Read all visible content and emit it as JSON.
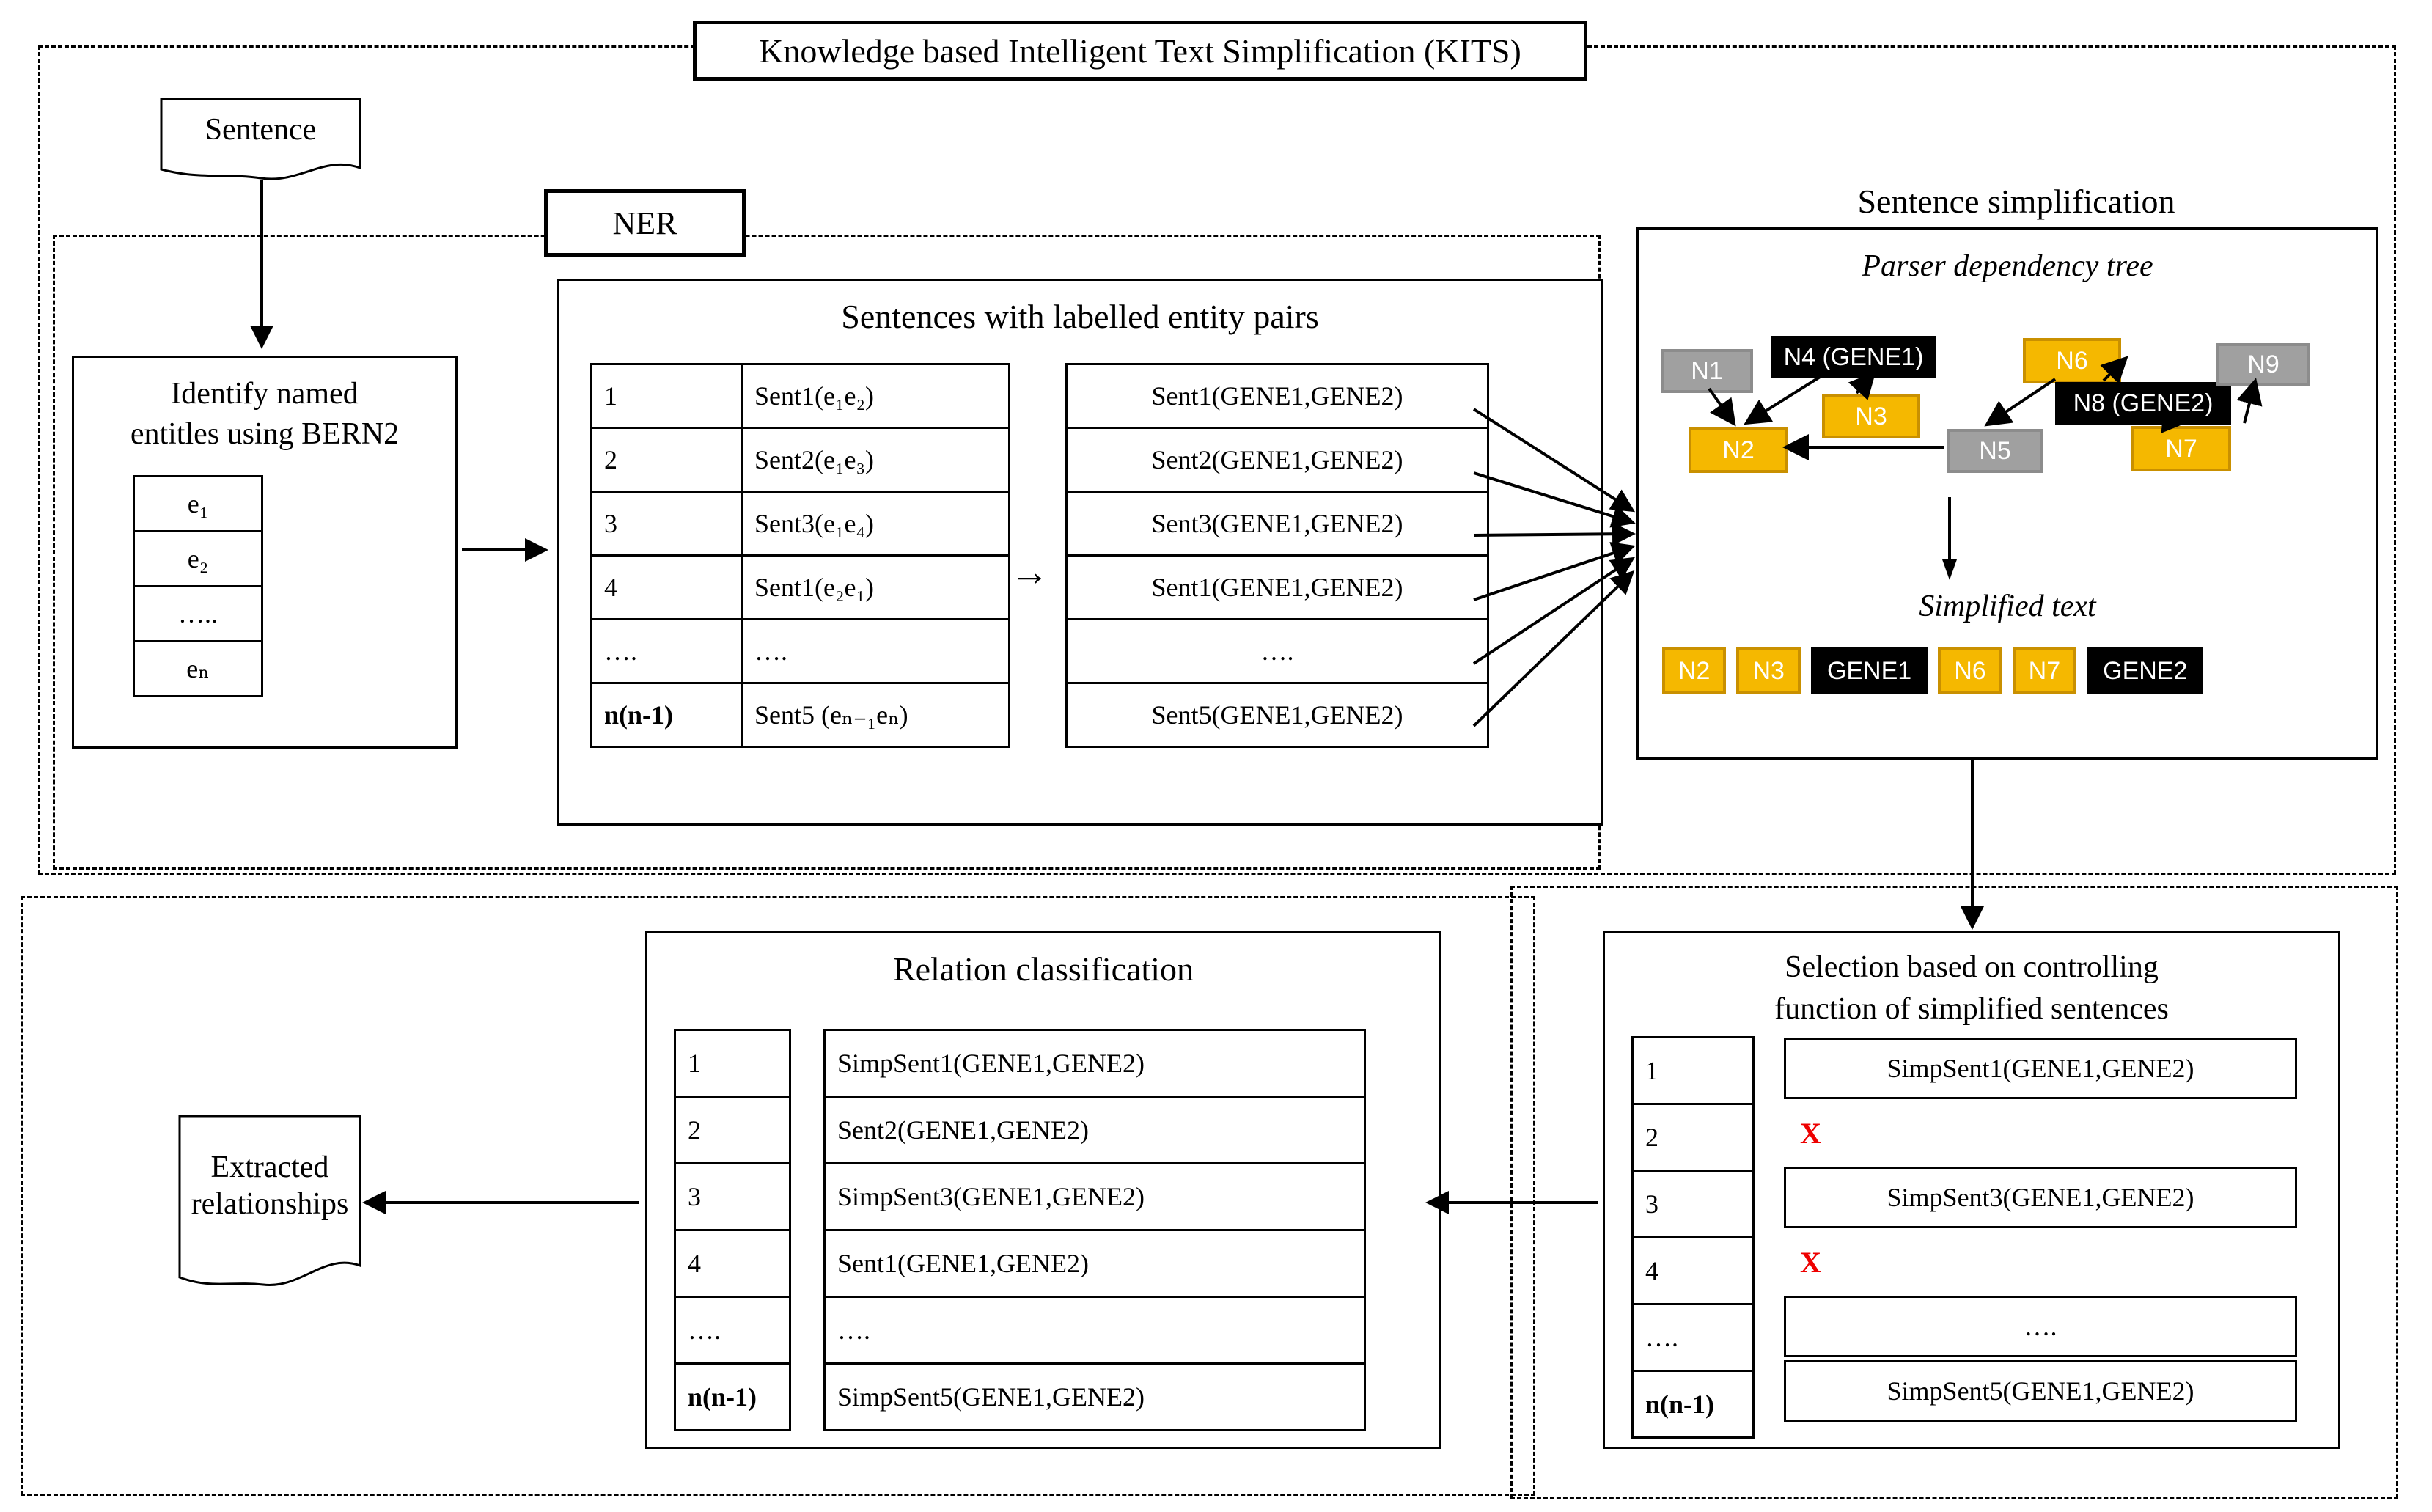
{
  "title": "Knowledge based Intelligent Text Simplification (KITS)",
  "ner_label": "NER",
  "input_doc": "Sentence",
  "output_doc": "Extracted relationships",
  "bern2_box": {
    "line1": "Identify named",
    "line2": "entitles using BERN2"
  },
  "entities": [
    "e₁",
    "e₂",
    "…..",
    "eₙ"
  ],
  "entity_pairs_panel": {
    "heading": "Sentences with labelled entity pairs",
    "arrow_glyph": "→",
    "left_table": {
      "rows": [
        {
          "index": "1",
          "value": "Sent1(e₁e₂)"
        },
        {
          "index": "2",
          "value": "Sent2(e₁e₃)"
        },
        {
          "index": "3",
          "value": "Sent3(e₁e₄)"
        },
        {
          "index": "4",
          "value": "Sent1(e₂e₁)"
        },
        {
          "index": "….",
          "value": "…."
        },
        {
          "index": "n(n-1)",
          "value": "Sent5 (eₙ₋₁eₙ)"
        }
      ]
    },
    "right_table": {
      "rows": [
        "Sent1(GENE1,GENE2)",
        "Sent2(GENE1,GENE2)",
        "Sent3(GENE1,GENE2)",
        "Sent1(GENE1,GENE2)",
        "….",
        "Sent5(GENE1,GENE2)"
      ]
    }
  },
  "sentence_simplification": {
    "heading": "Sentence simplification",
    "tree_caption": "Parser dependency tree",
    "simplified_caption": "Simplified text",
    "nodes": [
      {
        "id": "N1",
        "label": "N1",
        "style": "grey"
      },
      {
        "id": "N2",
        "label": "N2",
        "style": "orange"
      },
      {
        "id": "N3",
        "label": "N3",
        "style": "orange"
      },
      {
        "id": "N4",
        "label": "N4 (GENE1)",
        "style": "black"
      },
      {
        "id": "N5",
        "label": "N5",
        "style": "grey"
      },
      {
        "id": "N6",
        "label": "N6",
        "style": "orange"
      },
      {
        "id": "N7",
        "label": "N7",
        "style": "orange"
      },
      {
        "id": "N8",
        "label": "N8 (GENE2)",
        "style": "black"
      },
      {
        "id": "N9",
        "label": "N9",
        "style": "grey"
      }
    ],
    "edges": [
      {
        "from": "N1",
        "to": "N2"
      },
      {
        "from": "N4",
        "to": "N2"
      },
      {
        "from": "N3",
        "to": "N4"
      },
      {
        "from": "N5",
        "to": "N2"
      },
      {
        "from": "N6",
        "to": "N5"
      },
      {
        "from": "N8",
        "to": "N6"
      },
      {
        "from": "N8",
        "to": "N7"
      },
      {
        "from": "N7",
        "to": "N9"
      }
    ],
    "simplified_tokens": [
      {
        "label": "N2",
        "style": "orange"
      },
      {
        "label": "N3",
        "style": "orange"
      },
      {
        "label": "GENE1",
        "style": "black"
      },
      {
        "label": "N6",
        "style": "orange"
      },
      {
        "label": "N7",
        "style": "orange"
      },
      {
        "label": "GENE2",
        "style": "black"
      }
    ]
  },
  "selection_panel": {
    "heading_line1": "Selection based on controlling",
    "heading_line2": "function of simplified sentences",
    "rows": [
      {
        "index": "1",
        "value": "SimpSent1(GENE1,GENE2)",
        "boxed": true
      },
      {
        "index": "2",
        "value": "X",
        "boxed": false
      },
      {
        "index": "3",
        "value": "SimpSent3(GENE1,GENE2)",
        "boxed": true
      },
      {
        "index": "4",
        "value": "X",
        "boxed": false
      },
      {
        "index": "….",
        "value": "….",
        "boxed": true
      },
      {
        "index": "n(n-1)",
        "value": "SimpSent5(GENE1,GENE2)",
        "boxed": true
      }
    ]
  },
  "relation_classification": {
    "heading": "Relation classification",
    "rows": [
      {
        "index": "1",
        "value": "SimpSent1(GENE1,GENE2)"
      },
      {
        "index": "2",
        "value": "Sent2(GENE1,GENE2)"
      },
      {
        "index": "3",
        "value": "SimpSent3(GENE1,GENE2)"
      },
      {
        "index": "4",
        "value": "Sent1(GENE1,GENE2)"
      },
      {
        "index": "….",
        "value": "…."
      },
      {
        "index": "n(n-1)",
        "value": "SimpSent5(GENE1,GENE2)"
      }
    ]
  },
  "colors": {
    "node_orange": "#F5B800",
    "node_orange_border": "#C99000",
    "node_grey": "#A0A0A0",
    "node_black": "#000000",
    "reject_marker": "#EE0000"
  }
}
